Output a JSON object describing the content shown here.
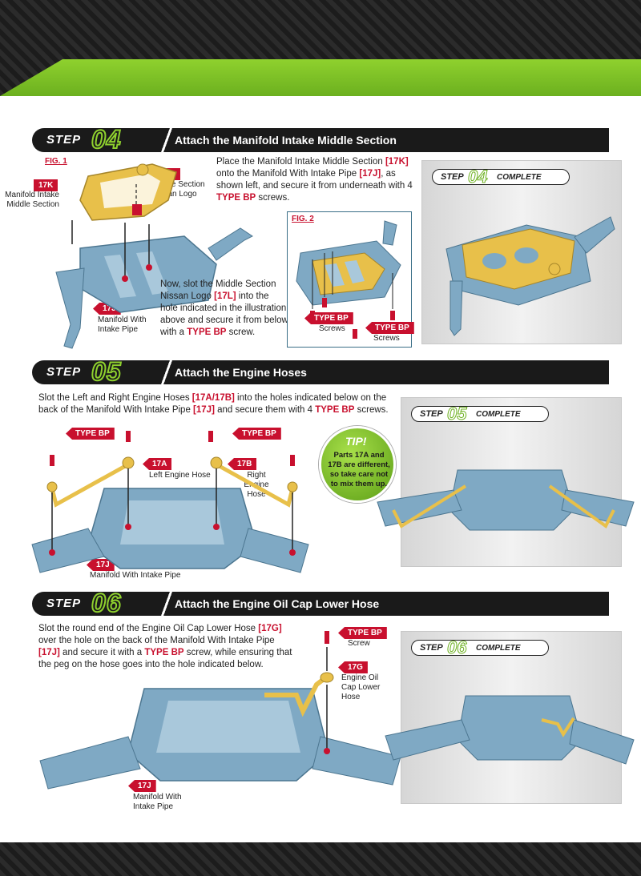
{
  "steps": [
    {
      "word": "STEP",
      "number": "04",
      "title": "Attach the Manifold Intake Middle Section"
    },
    {
      "word": "STEP",
      "number": "05",
      "title": "Attach the Engine Hoses"
    },
    {
      "word": "STEP",
      "number": "06",
      "title": "Attach the Engine Oil Cap Lower Hose"
    }
  ],
  "complete_word": "COMPLETE",
  "step4": {
    "fig1": "FIG. 1",
    "fig2": "FIG. 2",
    "tag_17K": "17K",
    "label_17K": "Manifold Intake Middle Section",
    "tag_17L": "17L",
    "label_17L": "Middle Section Nissan Logo",
    "tag_17J": "17J",
    "label_17J": "Manifold With Intake Pipe",
    "para1_a": "Place the Manifold Intake Middle Section ",
    "para1_b": "[17K]",
    "para1_c": " onto the Manifold With Intake Pipe ",
    "para1_d": "[17J]",
    "para1_e": ", as shown left, and secure it from underneath with 4 ",
    "para1_f": "TYPE BP",
    "para1_g": " screws.",
    "para2_a": "Now, slot the Middle Section Nissan Logo ",
    "para2_b": "[17L]",
    "para2_c": " into the hole indicated in the illustration above and secure it from below with a ",
    "para2_d": "TYPE BP",
    "para2_e": " screw.",
    "screw_tag": "TYPE BP",
    "screw_label": "Screws"
  },
  "step5": {
    "para_a": "Slot the Left and Right Engine Hoses ",
    "para_b": "[17A/17B]",
    "para_c": " into the holes indicated below on the back of the Manifold With Intake Pipe ",
    "para_d": "[17J]",
    "para_e": " and secure them with 4 ",
    "para_f": "TYPE BP",
    "para_g": " screws.",
    "screw_tag": "TYPE BP",
    "tag_17A": "17A",
    "label_17A": "Left Engine Hose",
    "tag_17B": "17B",
    "label_17B": "Right Engine Hose",
    "tag_17J": "17J",
    "label_17J": "Manifold With Intake Pipe",
    "tip_head": "TIP!",
    "tip_body": "Parts 17A and 17B are different, so take care not to mix them up."
  },
  "step6": {
    "para_a": "Slot the round end of the Engine Oil Cap Lower Hose ",
    "para_b": "[17G]",
    "para_c": " over the hole on the back of the Manifold With Intake Pipe ",
    "para_d": "[17J]",
    "para_e": " and secure it with a ",
    "para_f": "TYPE BP",
    "para_g": " screw, while ensuring that the peg on the hose goes into the hole indicated below.",
    "screw_tag": "TYPE BP",
    "screw_label": "Screw",
    "tag_17G": "17G",
    "label_17G": "Engine Oil Cap Lower Hose",
    "tag_17J": "17J",
    "label_17J": "Manifold With Intake Pipe"
  },
  "colors": {
    "accent_green": "#8fd12e",
    "label_red": "#c8102e",
    "part_blue": "#7fa9c4",
    "part_yellow": "#e8c04a"
  }
}
